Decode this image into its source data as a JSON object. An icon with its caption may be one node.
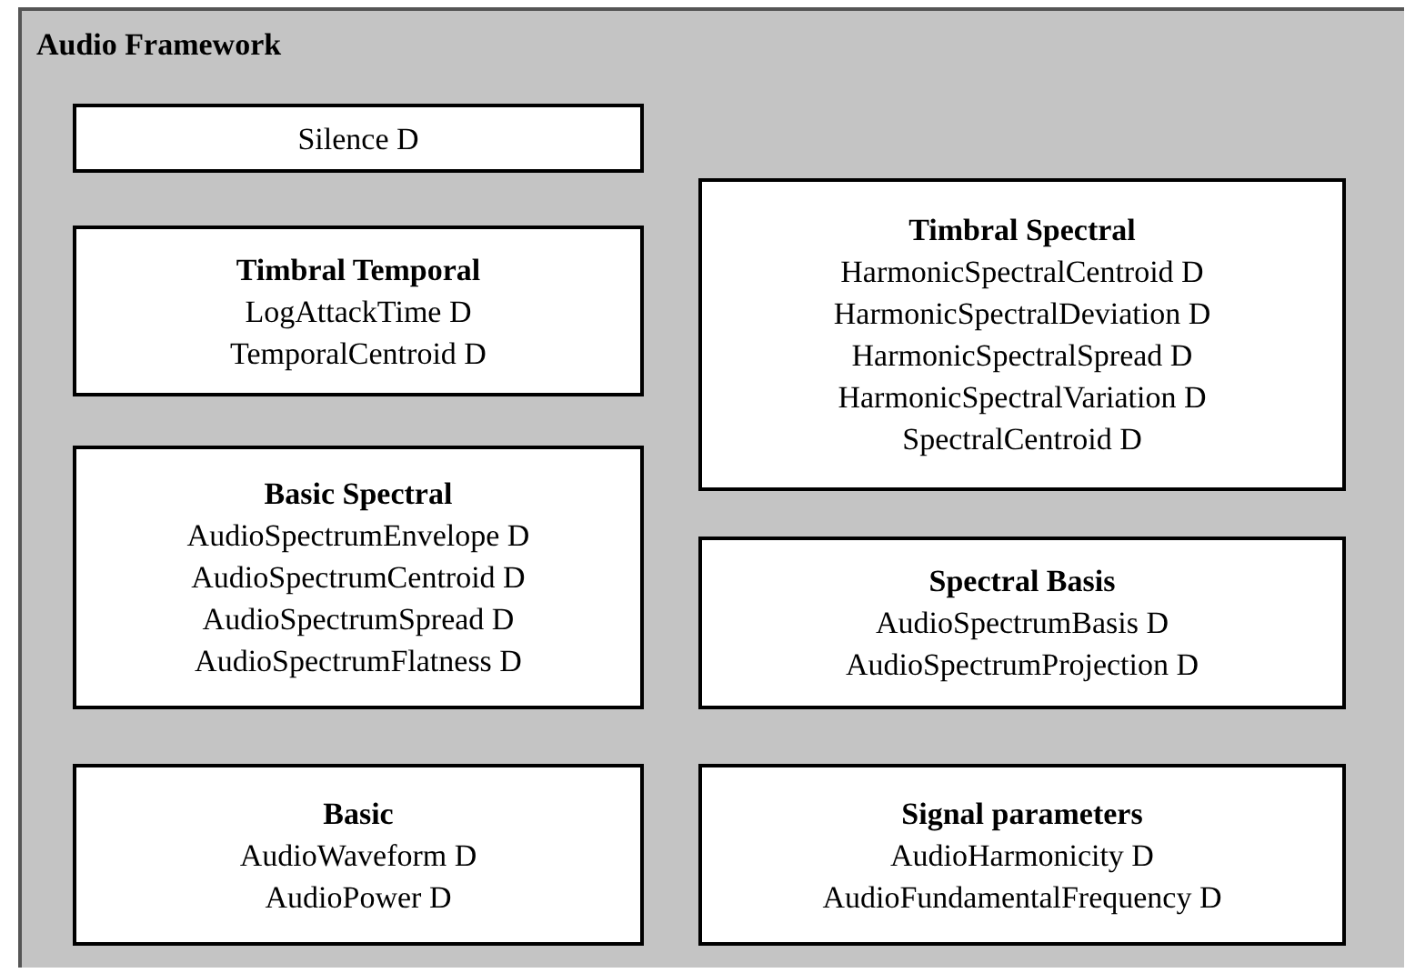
{
  "diagram": {
    "nodes": [
      {
        "text": [
          "Audio Framework"
        ]
      },
      {
        "text": [
          "Silence D"
        ],
        "in": 0
      },
      {
        "text": [
          "Timbral Temporal",
          "LogAttackTime D",
          "TemporalCentroid D"
        ],
        "in": 0
      },
      {
        "text": [
          "Timbral Spectral",
          "HarmonicSpectralCentroid D",
          "HarmonicSpectralDeviation D",
          "HarmonicSpectralSpread D",
          "HarmonicSpectralVariation D",
          "SpectralCentroid D"
        ],
        "in": 0
      },
      {
        "text": [
          "Basic Spectral",
          "AudioSpectrumEnvelope D",
          "AudioSpectrumCentroid D",
          "AudioSpectrumSpread D",
          "AudioSpectrumFlatness D"
        ],
        "in": 0
      },
      {
        "text": [
          "Spectral Basis",
          "AudioSpectrumBasis D",
          "AudioSpectrumProjection D"
        ],
        "in": 0
      },
      {
        "text": [
          "Basic",
          "AudioWaveform D",
          "AudioPower D"
        ],
        "in": 0
      },
      {
        "text": [
          "Signal parameters",
          "AudioHarmonicity D",
          "AudioFundamentalFrequency D"
        ],
        "in": 0
      }
    ]
  }
}
